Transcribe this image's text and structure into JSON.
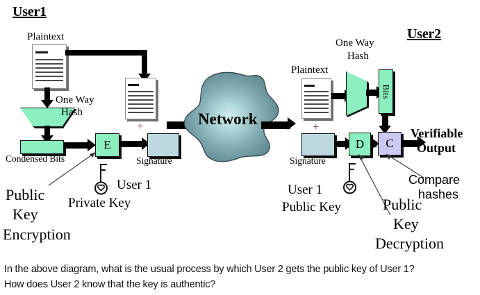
{
  "diagram": {
    "user1": {
      "heading": "User1"
    },
    "user2": {
      "heading": "User2"
    },
    "left": {
      "plaintext_label": "Plaintext",
      "one_way_hash_line1": "One Way",
      "one_way_hash_line2": "Hash",
      "condensed_bits_label": "Condensed Bits",
      "encrypt_box": "E",
      "signature_label": "Signature",
      "plus": "+",
      "private_key_line1": "User 1",
      "private_key_line2": "Private Key",
      "annotation_line1": "Public",
      "annotation_line2": "Key",
      "annotation_line3": "Encryption"
    },
    "network": {
      "label": "Network"
    },
    "right": {
      "plaintext_label": "Plaintext",
      "one_way_hash_line1": "One Way",
      "one_way_hash_line2": "Hash",
      "bits_label": "Bits",
      "signature_label": "Signature",
      "plus": "+",
      "decrypt_box": "D",
      "compare_box": "C",
      "verifiable_line1": "Verifiable",
      "verifiable_line2": "Output",
      "compare_line1": "Compare",
      "compare_line2": "hashes",
      "public_key_line1": "User 1",
      "public_key_line2": "Public Key",
      "annotation_line1": "Public",
      "annotation_line2": "Key",
      "annotation_line3": "Decryption"
    },
    "icons": {
      "document": "document-icon",
      "key": "key-icon",
      "hash_funnel": "hash-funnel-icon",
      "network_cloud": "network-cloud-icon"
    },
    "colors": {
      "green_box": "#8CEFBF",
      "blue_box": "#BCD8DE",
      "purple_box": "#CBC9F2",
      "arrow": "#000000",
      "cloud_center": "#cfeef0",
      "cloud_edge": "#5d8189"
    }
  },
  "question": {
    "line1": "In the above diagram, what is the usual process by which User 2 gets the public key of User 1?",
    "line2": "How does User 2 know that the key is authentic?"
  }
}
